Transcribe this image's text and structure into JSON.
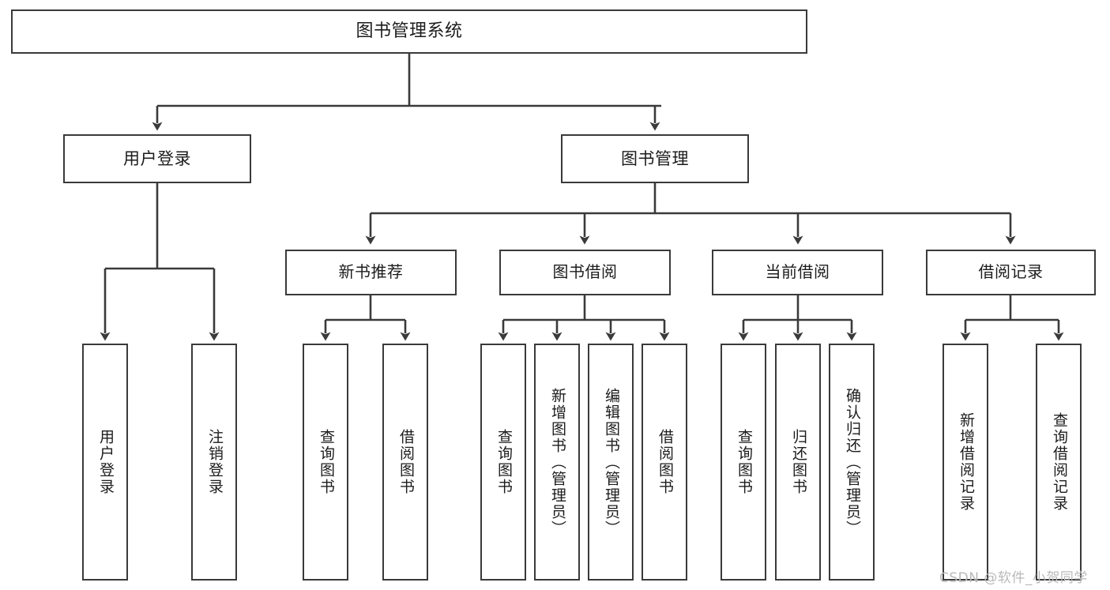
{
  "diagram": {
    "type": "tree-hierarchy",
    "title": "图书管理系统",
    "orientation": "top-down",
    "colors": {
      "box_border": "#3a3a3a",
      "box_fill": "#ffffff",
      "connector": "#3a3a3a",
      "text": "#1c1c1c",
      "watermark": "#b9b9b9"
    },
    "root": {
      "label": "图书管理系统"
    },
    "level2": [
      {
        "id": "user-login",
        "label": "用户登录"
      },
      {
        "id": "book-management",
        "label": "图书管理"
      }
    ],
    "level3": [
      {
        "id": "new-book-recommend",
        "label": "新书推荐",
        "parent": "book-management"
      },
      {
        "id": "book-borrow",
        "label": "图书借阅",
        "parent": "book-management"
      },
      {
        "id": "current-borrow",
        "label": "当前借阅",
        "parent": "book-management"
      },
      {
        "id": "borrow-record",
        "label": "借阅记录",
        "parent": "book-management"
      }
    ],
    "leaves": [
      {
        "id": "leaf-user-login",
        "label": "用户登录",
        "parent": "user-login"
      },
      {
        "id": "leaf-logout-login",
        "label": "注销登录",
        "parent": "user-login"
      },
      {
        "id": "leaf-query-book-1",
        "label": "查询图书",
        "parent": "new-book-recommend"
      },
      {
        "id": "leaf-borrow-book-1",
        "label": "借阅图书",
        "parent": "new-book-recommend"
      },
      {
        "id": "leaf-query-book-2",
        "label": "查询图书",
        "parent": "book-borrow"
      },
      {
        "id": "leaf-add-book",
        "label": "新增图书（管理员）",
        "parent": "book-borrow"
      },
      {
        "id": "leaf-edit-book",
        "label": "编辑图书（管理员）",
        "parent": "book-borrow"
      },
      {
        "id": "leaf-borrow-book-2",
        "label": "借阅图书",
        "parent": "book-borrow"
      },
      {
        "id": "leaf-query-book-3",
        "label": "查询图书",
        "parent": "current-borrow"
      },
      {
        "id": "leaf-return-book",
        "label": "归还图书",
        "parent": "current-borrow"
      },
      {
        "id": "leaf-confirm-return",
        "label": "确认归还（管理员）",
        "parent": "current-borrow"
      },
      {
        "id": "leaf-add-record",
        "label": "新增借阅记录",
        "parent": "borrow-record"
      },
      {
        "id": "leaf-query-record",
        "label": "查询借阅记录",
        "parent": "borrow-record"
      }
    ],
    "watermark": "CSDN @软件_小贺同学"
  }
}
